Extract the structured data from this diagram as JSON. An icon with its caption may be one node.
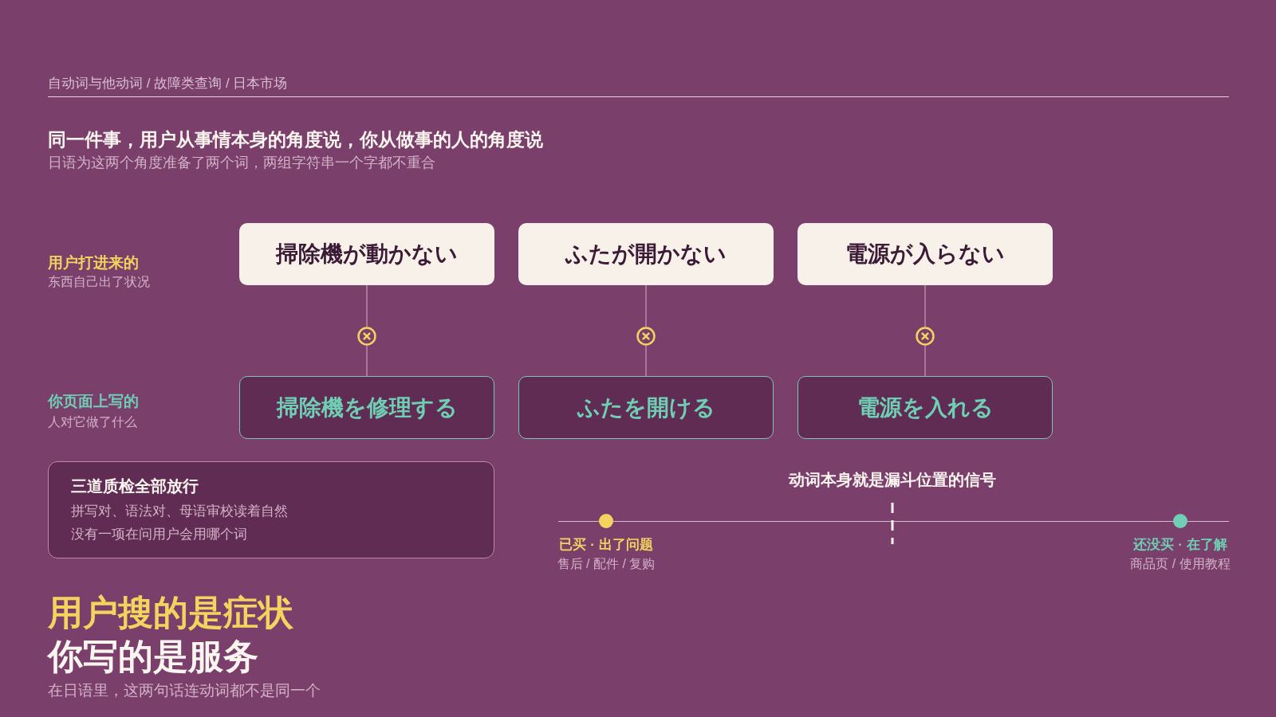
{
  "diagram": {
    "title": "同一件事，用户从事情本身的角度说，你从做事的人的角度说",
    "nodes": [
      {
        "text": [
          "掃除機が動かない"
        ]
      },
      {
        "text": [
          "ふたが開かない"
        ]
      },
      {
        "text": [
          "電源が入らない"
        ]
      },
      {
        "text": [],
        "shape": "circle"
      },
      {
        "text": [],
        "shape": "circle"
      },
      {
        "text": [],
        "shape": "circle"
      },
      {
        "text": [
          "掃除機を修理する"
        ]
      },
      {
        "text": [
          "ふたを開ける"
        ]
      },
      {
        "text": [
          "電源を入れる"
        ]
      },
      {
        "text": [
          "三道质检全部放行",
          "拼写对、语法对、母语审校读着自然",
          "没有一项在问用户会用哪个词"
        ]
      }
    ],
    "edges": [
      {
        "from": 0,
        "to": 3,
        "arrow": "none"
      },
      {
        "from": 3,
        "to": 6,
        "arrow": "none"
      },
      {
        "from": 1,
        "to": 4,
        "arrow": "none"
      },
      {
        "from": 4,
        "to": 7,
        "arrow": "none"
      },
      {
        "from": 2,
        "to": 5,
        "arrow": "none"
      },
      {
        "from": 5,
        "to": 8,
        "arrow": "none"
      }
    ],
    "labels": [
      "自动词与他动词 / 故障类查询 / 日本市场",
      "日语为这两个角度准备了两个词，两组字符串一个字都不重合",
      "用户打进来的",
      "东西自己出了状况",
      "你页面上写的",
      "人对它做了什么",
      "动词本身就是漏斗位置的信号",
      "已买 · 出了问题",
      "售后 / 配件 / 复购",
      "还没买 · 在了解",
      "商品页 / 使用教程",
      "用户搜的是症状",
      "你写的是服务",
      "在日语里，这两句话连动词都不是同一个"
    ]
  }
}
